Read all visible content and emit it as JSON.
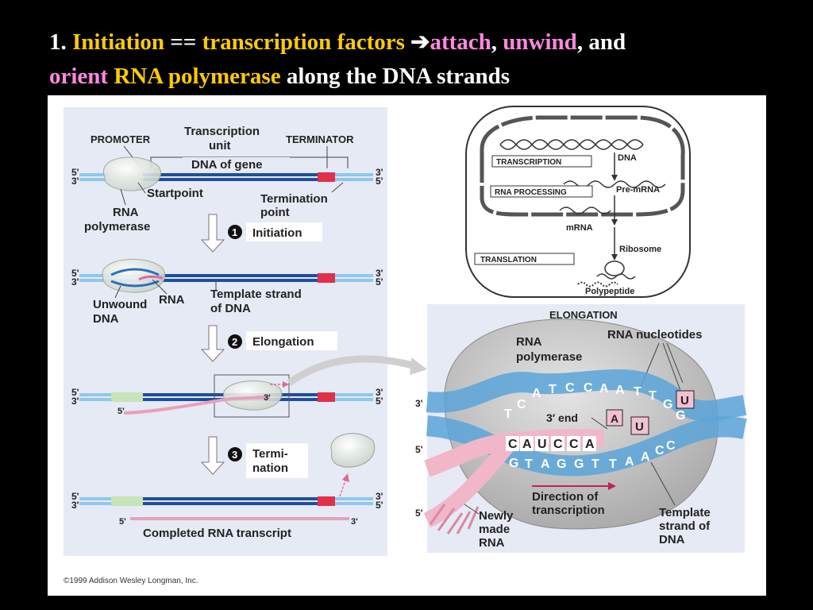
{
  "title": {
    "num": "1.",
    "w1": "Initiation",
    "eq": "==",
    "w2": "transcription factors",
    "arrow": "➔",
    "w3": "attach",
    "comma1": ",",
    "w4": "unwind",
    "comma2": ", and",
    "w5": "orient",
    "w6": "RNA polymerase",
    "w7": "along the DNA strands"
  },
  "left": {
    "promoter": "PROMOTER",
    "tu1": "Transcription",
    "tu2": "unit",
    "terminator": "TERMINATOR",
    "dna_of_gene": "DNA of gene",
    "p5": "5'",
    "p3": "3'",
    "startpoint": "Startpoint",
    "rna_pol1": "RNA",
    "rna_pol2": "polymerase",
    "term_point1": "Termination",
    "term_point2": "point",
    "step1_num": "1",
    "step1": "Initiation",
    "unwound1": "Unwound",
    "unwound2": "DNA",
    "rna": "RNA",
    "template1": "Template strand",
    "template2": "of DNA",
    "step2_num": "2",
    "step2": "Elongation",
    "step3_num": "3",
    "step3a": "Termi-",
    "step3b": "nation",
    "completed": "Completed RNA transcript"
  },
  "cell": {
    "dna": "DNA",
    "transcription": "TRANSCRIPTION",
    "rna_processing": "RNA PROCESSING",
    "pre_mrna": "Pre-mRNA",
    "mrna": "mRNA",
    "translation": "TRANSLATION",
    "ribosome": "Ribosome",
    "polypeptide": "Polypeptide"
  },
  "elong": {
    "title": "ELONGATION",
    "rna_pol1": "RNA",
    "rna_pol2": "polymerase",
    "nucleotides": "RNA nucleotides",
    "end3": "3′ end",
    "direction1": "Direction of",
    "direction2": "transcription",
    "template1": "Template",
    "template2": "strand of",
    "template3": "DNA",
    "newly1": "Newly",
    "newly2": "made",
    "newly3": "RNA",
    "top_letters": [
      "T",
      "C",
      "A",
      "T",
      "C",
      "C",
      "A",
      "A",
      "T",
      "T",
      "G",
      "G"
    ],
    "rna_letters": [
      "C",
      "A",
      "U",
      "C",
      "C",
      "A"
    ],
    "template_letters": [
      "G",
      "T",
      "A",
      "G",
      "G",
      "T",
      "T",
      "A",
      "A",
      "C",
      "C"
    ],
    "free_u1": "U",
    "free_u2": "U",
    "free_a": "A",
    "l3": "3'",
    "l5": "5'",
    "l5b": "5'"
  },
  "copyright": "©1999 Addison Wesley Longman, Inc.",
  "colors": {
    "dna_dark": "#1f4e9c",
    "dna_light": "#8fc8ec",
    "promoter": "#c8e3b8",
    "terminator": "#e0304a",
    "rna_pink": "#e8a0b8",
    "panel_bg": "#e6eaf4"
  }
}
